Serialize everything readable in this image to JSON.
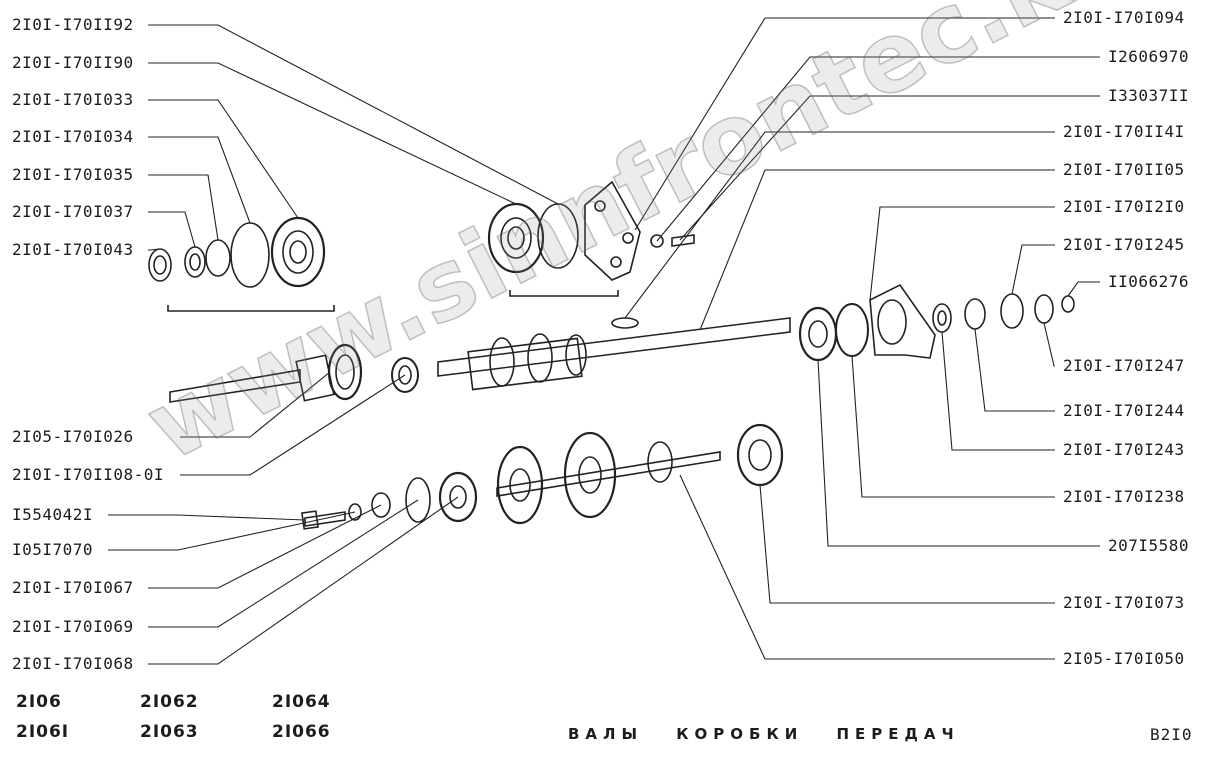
{
  "parts_left": [
    {
      "id": "p1",
      "code": "2I0I-I70II92"
    },
    {
      "id": "p2",
      "code": "2I0I-I70II90"
    },
    {
      "id": "p3",
      "code": "2I0I-I70I033"
    },
    {
      "id": "p4",
      "code": "2I0I-I70I034"
    },
    {
      "id": "p5",
      "code": "2I0I-I70I035"
    },
    {
      "id": "p6",
      "code": "2I0I-I70I037"
    },
    {
      "id": "p7",
      "code": "2I0I-I70I043"
    },
    {
      "id": "p8",
      "code": "2I05-I70I026"
    },
    {
      "id": "p9",
      "code": "2I0I-I70II08-0I"
    },
    {
      "id": "p10",
      "code": "I554042I"
    },
    {
      "id": "p11",
      "code": "I05I7070"
    },
    {
      "id": "p12",
      "code": "2I0I-I70I067"
    },
    {
      "id": "p13",
      "code": "2I0I-I70I069"
    },
    {
      "id": "p14",
      "code": "2I0I-I70I068"
    }
  ],
  "parts_right": [
    {
      "id": "q1",
      "code": "2I0I-I70I094"
    },
    {
      "id": "q2",
      "code": "I2606970"
    },
    {
      "id": "q3",
      "code": "I33037II"
    },
    {
      "id": "q4",
      "code": "2I0I-I70II4I"
    },
    {
      "id": "q5",
      "code": "2I0I-I70II05"
    },
    {
      "id": "q6",
      "code": "2I0I-I70I2I0"
    },
    {
      "id": "q7",
      "code": "2I0I-I70I245"
    },
    {
      "id": "q8",
      "code": "II066276"
    },
    {
      "id": "q9",
      "code": "2I0I-I70I247"
    },
    {
      "id": "q10",
      "code": "2I0I-I70I244"
    },
    {
      "id": "q11",
      "code": "2I0I-I70I243"
    },
    {
      "id": "q12",
      "code": "2I0I-I70I238"
    },
    {
      "id": "q13",
      "code": "207I5580"
    },
    {
      "id": "q14",
      "code": "2I0I-I70I073"
    },
    {
      "id": "q15",
      "code": "2I05-I70I050"
    }
  ],
  "models": [
    "2I06",
    "2I062",
    "2I064",
    "2I06I",
    "2I063",
    "2I066"
  ],
  "title": "ВАЛЫ КОРОБКИ ПЕРЕДАЧ",
  "sheet": "B2I0",
  "watermark": "www.sinnfrontec.kz"
}
